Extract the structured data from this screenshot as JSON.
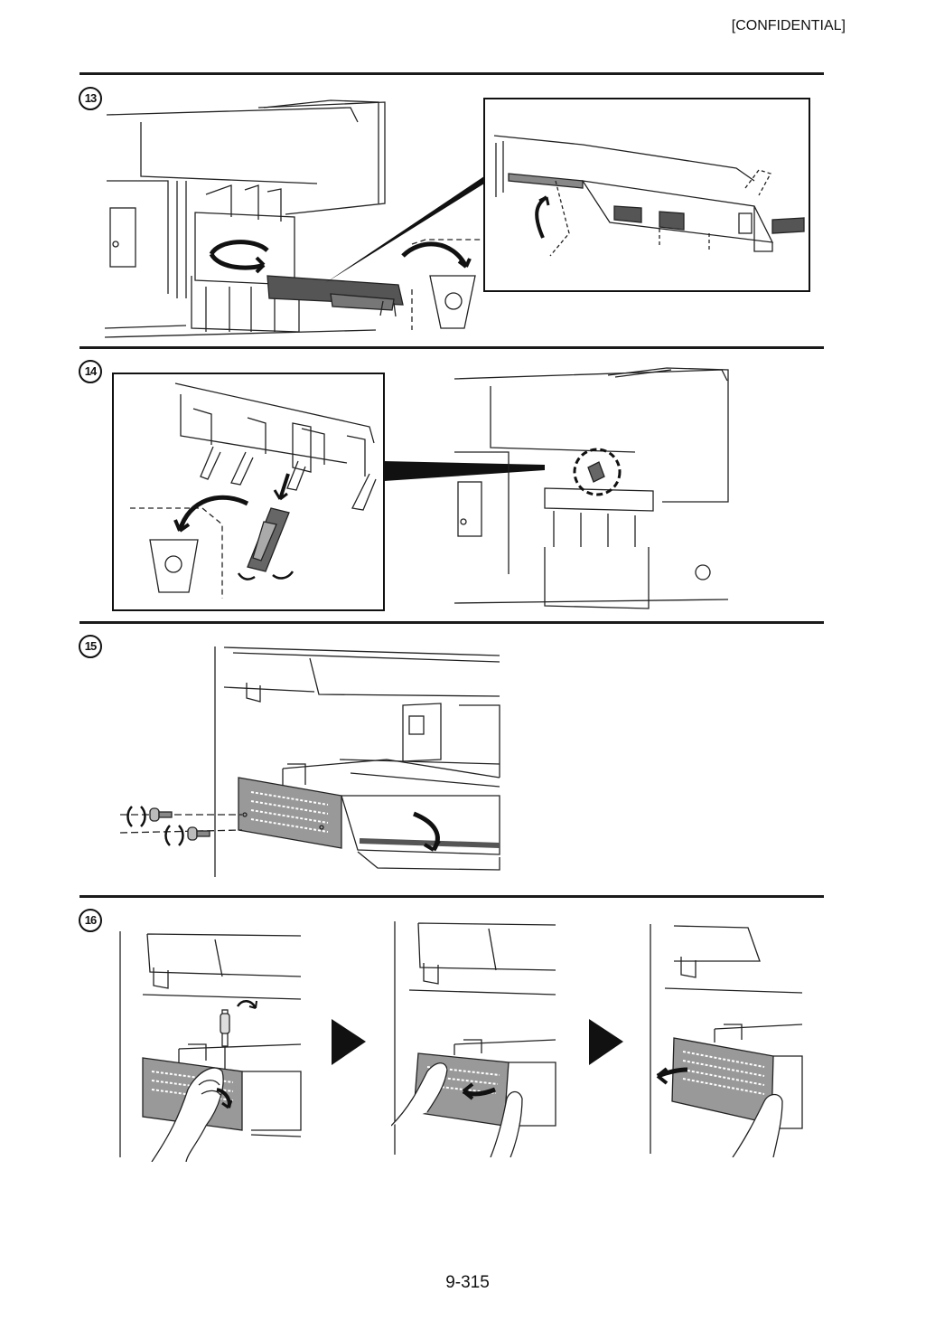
{
  "header": {
    "confidential": "[CONFIDENTIAL]"
  },
  "steps": [
    {
      "number": "13"
    },
    {
      "number": "14"
    },
    {
      "number": "15"
    },
    {
      "number": "16"
    }
  ],
  "footer": {
    "page_number": "9-315"
  }
}
